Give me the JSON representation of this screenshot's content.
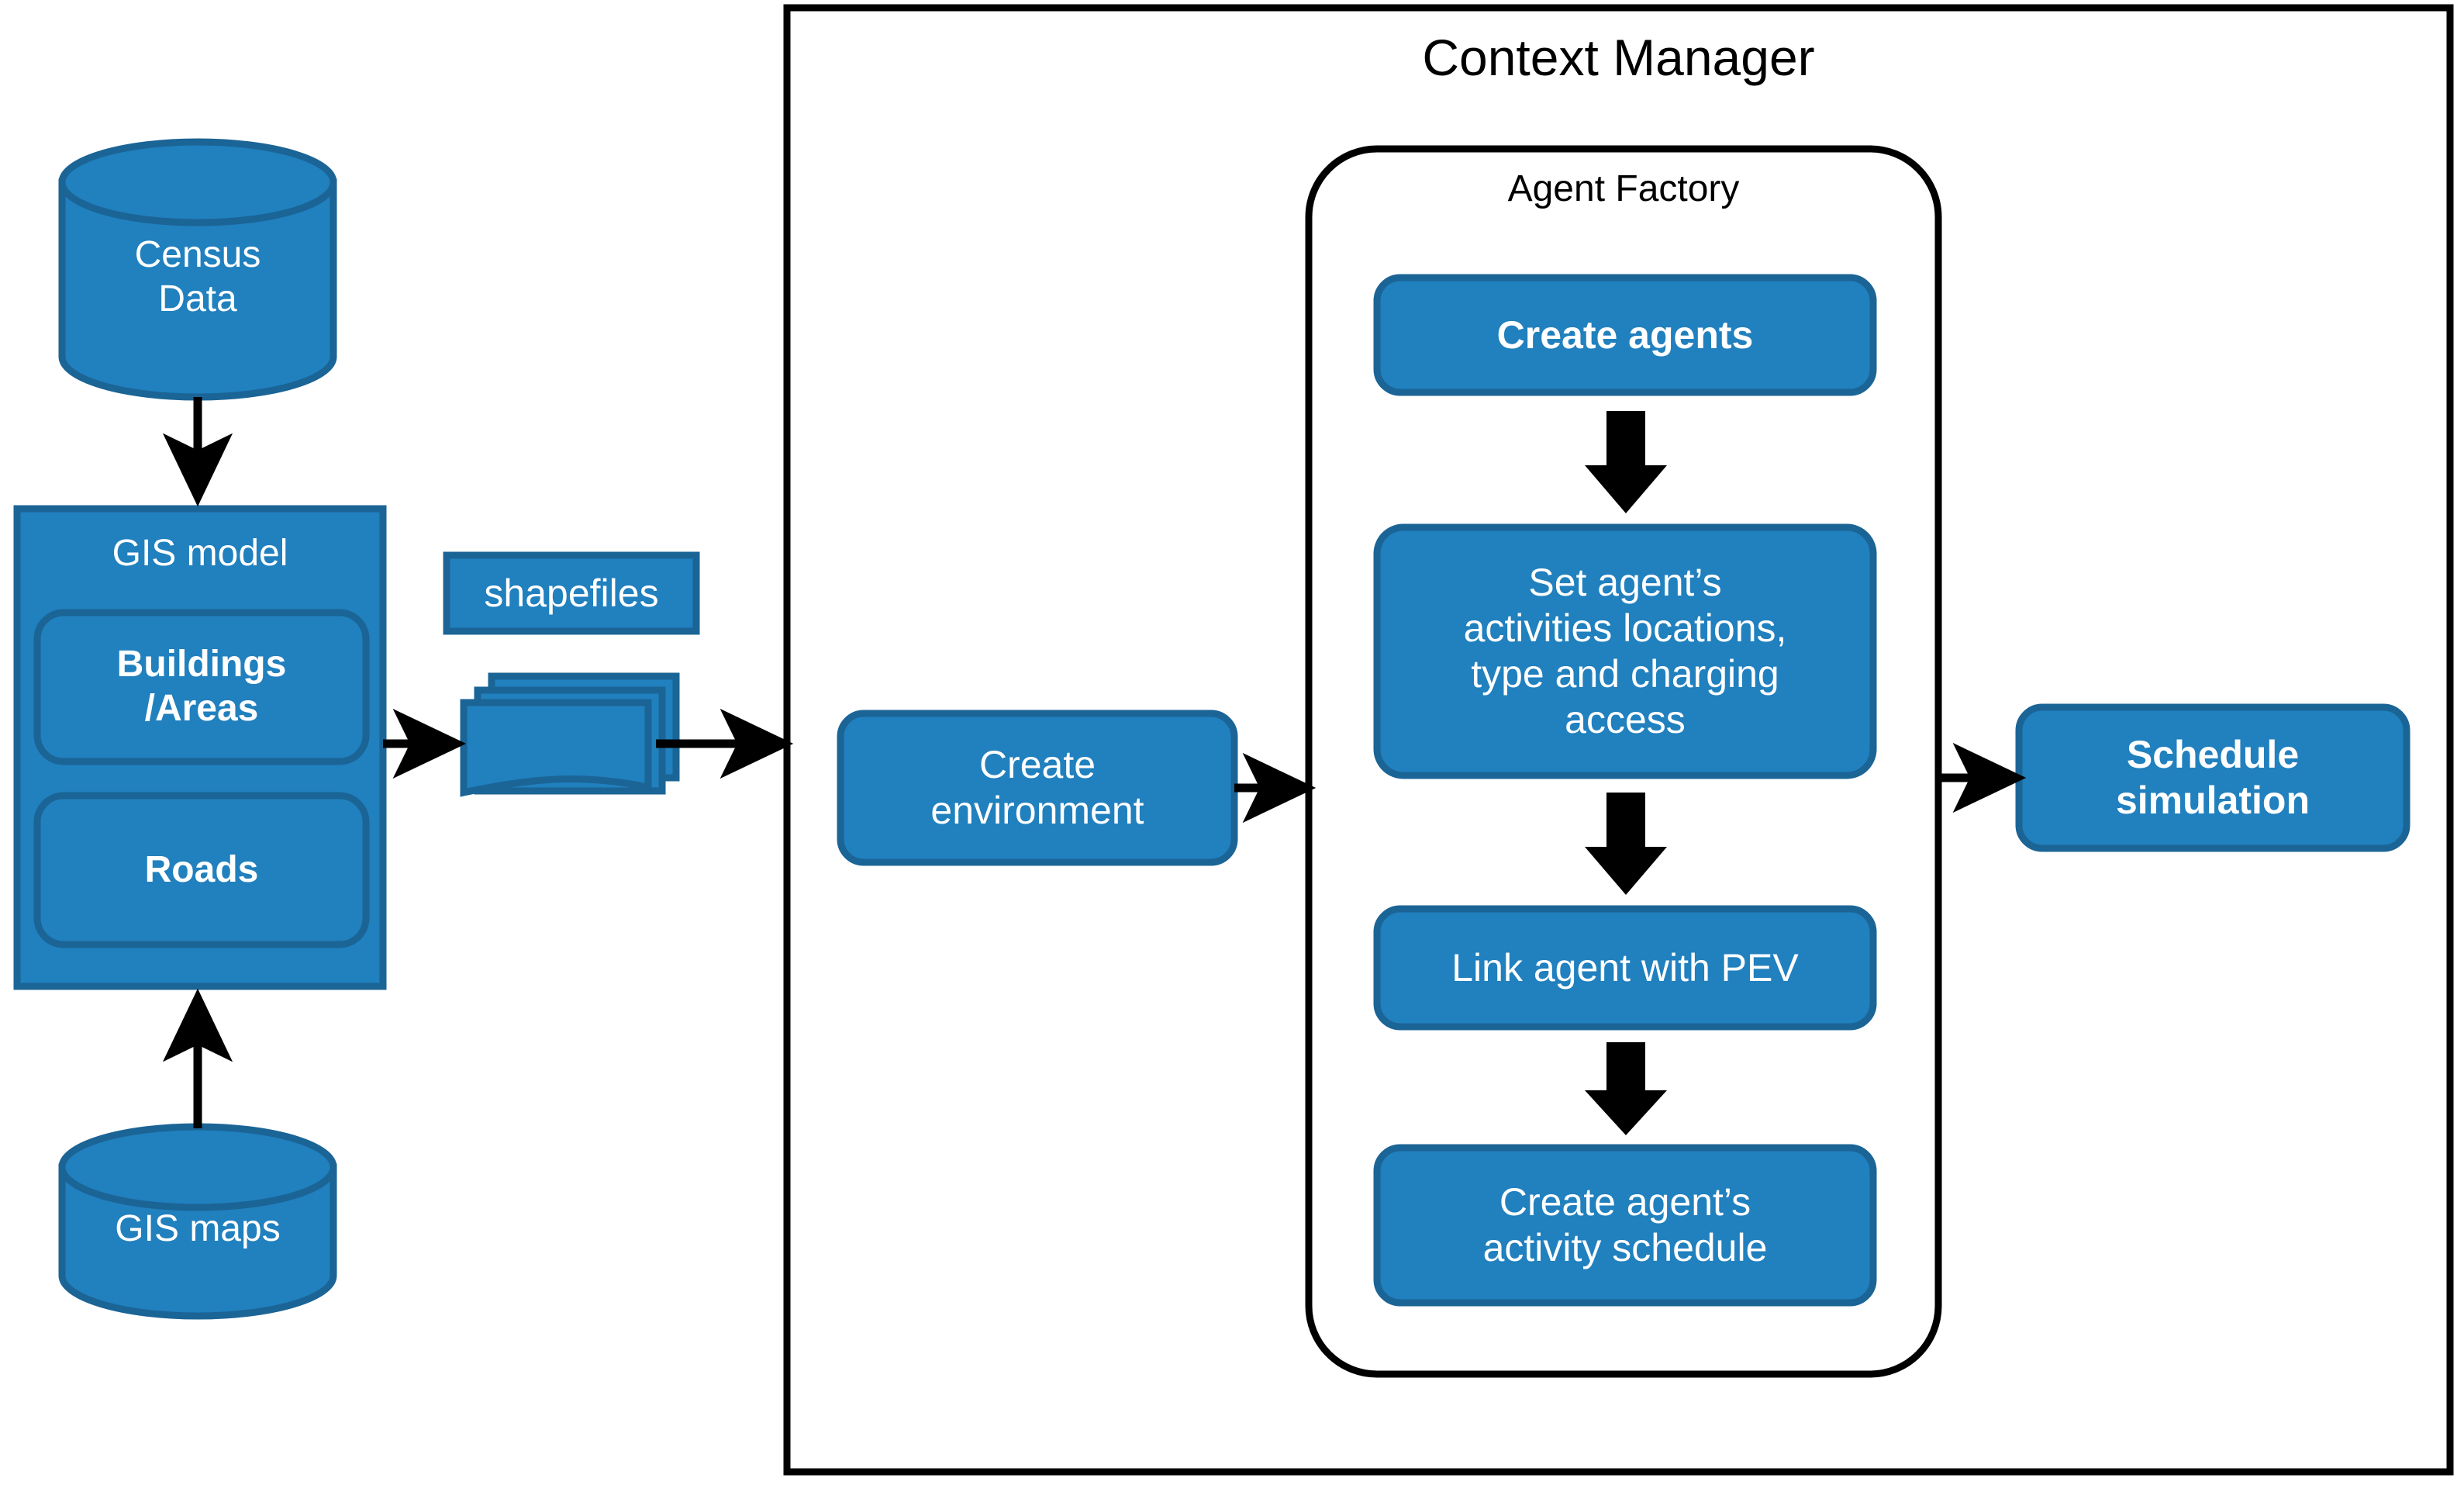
{
  "diagram": {
    "title_outer": "Context Manager",
    "title_inner": "Agent Factory",
    "colors": {
      "node_fill": "#2180be",
      "node_stroke": "#1b6496",
      "arrow": "#000000",
      "container_stroke": "#000000",
      "node_text": "#ffffff",
      "container_text": "#000000",
      "page_background": "#ffffff"
    }
  },
  "data_sources": {
    "census": {
      "label": "Census\nData",
      "shape": "cylinder"
    },
    "gis_maps": {
      "label": "GIS maps",
      "shape": "cylinder"
    }
  },
  "gis_model": {
    "title": "GIS model",
    "children": [
      {
        "label": "Buildings\n/Areas"
      },
      {
        "label": "Roads"
      }
    ]
  },
  "shapefiles": {
    "label": "shapefiles",
    "icon": "multi-document-stack"
  },
  "pipeline": {
    "create_environment": {
      "label": "Create\nenvironment"
    },
    "schedule_simulation": {
      "label": "Schedule\nsimulation"
    }
  },
  "agent_factory": {
    "title": "Agent Factory",
    "steps": [
      {
        "label": "Create agents",
        "bold": true
      },
      {
        "label": "Set agent’s\nactivities locations,\ntype and charging\naccess",
        "bold": false
      },
      {
        "label": "Link agent with PEV",
        "bold": false
      },
      {
        "label": "Create agent’s\nactivity schedule",
        "bold": false
      }
    ]
  },
  "flows": [
    {
      "from": "Census Data",
      "to": "GIS model",
      "direction": "down"
    },
    {
      "from": "GIS maps",
      "to": "GIS model",
      "direction": "up"
    },
    {
      "from": "GIS model",
      "to": "shapefiles",
      "direction": "right"
    },
    {
      "from": "shapefiles",
      "to": "Context Manager",
      "direction": "right"
    },
    {
      "from": "Create environment",
      "to": "Agent Factory",
      "direction": "right"
    },
    {
      "from": "Create agents",
      "to": "Set agent’s activities locations, type and charging access",
      "direction": "down"
    },
    {
      "from": "Set agent’s activities locations, type and charging access",
      "to": "Link agent with PEV",
      "direction": "down"
    },
    {
      "from": "Link agent with PEV",
      "to": "Create agent’s activity schedule",
      "direction": "down"
    },
    {
      "from": "Agent Factory",
      "to": "Schedule simulation",
      "direction": "right"
    }
  ]
}
